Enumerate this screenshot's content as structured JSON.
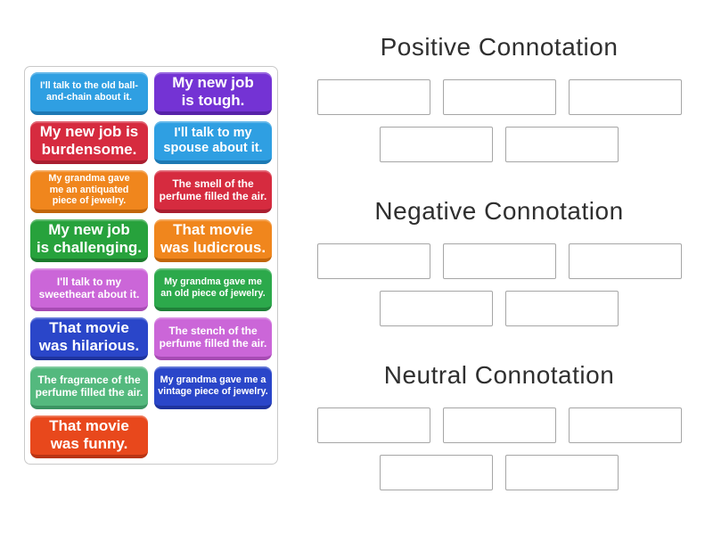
{
  "board": {
    "tiles": [
      {
        "text": "I'll talk to the old ball-and-chain about it.",
        "color": "#2f9fe2",
        "edge": "#1d79b4",
        "size": "xs"
      },
      {
        "text": "My new job is tough.",
        "color": "#7433d4",
        "edge": "#5722a8",
        "size": "lg"
      },
      {
        "text": "My new job is burdensome.",
        "color": "#d62b3f",
        "edge": "#a91e30",
        "size": "lg"
      },
      {
        "text": "I'll talk to my spouse about it.",
        "color": "#2f9fe2",
        "edge": "#1d79b4",
        "size": "md"
      },
      {
        "text": "My grandma gave me an antiquated piece of jewelry.",
        "color": "#f0861d",
        "edge": "#c2660b",
        "size": "xs"
      },
      {
        "text": "The smell of the perfume filled the air.",
        "color": "#d62b3f",
        "edge": "#a91e30",
        "size": "sm"
      },
      {
        "text": "My new job is challenging.",
        "color": "#27a23c",
        "edge": "#1b7a2c",
        "size": "lg"
      },
      {
        "text": "That movie was ludicrous.",
        "color": "#f0861d",
        "edge": "#c2660b",
        "size": "lg"
      },
      {
        "text": "I'll talk to my sweetheart about it.",
        "color": "#cb66d8",
        "edge": "#a74bb4",
        "size": "sm"
      },
      {
        "text": "My grandma gave me an old piece of jewelry.",
        "color": "#2ca94b",
        "edge": "#1f8038",
        "size": "xs"
      },
      {
        "text": "That movie was hilarious.",
        "color": "#2a46c9",
        "edge": "#1e339d",
        "size": "lg"
      },
      {
        "text": "The stench of the perfume filled the air.",
        "color": "#cb66d8",
        "edge": "#a74bb4",
        "size": "sm"
      },
      {
        "text": "The fragrance of the perfume filled the air.",
        "color": "#54b97e",
        "edge": "#3b9462",
        "size": "sm"
      },
      {
        "text": "My grandma gave me a vintage piece of jewelry.",
        "color": "#2a46c9",
        "edge": "#1e339d",
        "size": "xs"
      },
      {
        "text": "That movie was funny.",
        "color": "#e8481c",
        "edge": "#b93413",
        "size": "lg"
      }
    ]
  },
  "groups": [
    {
      "title": "Positive Connotation",
      "slots": 5
    },
    {
      "title": "Negative Connotation",
      "slots": 5
    },
    {
      "title": "Neutral Connotation",
      "slots": 5
    }
  ],
  "colors": {
    "header_text": "#2f2f2f",
    "slot_border": "#a6a6a6",
    "panel_border": "#c9c9c9"
  }
}
